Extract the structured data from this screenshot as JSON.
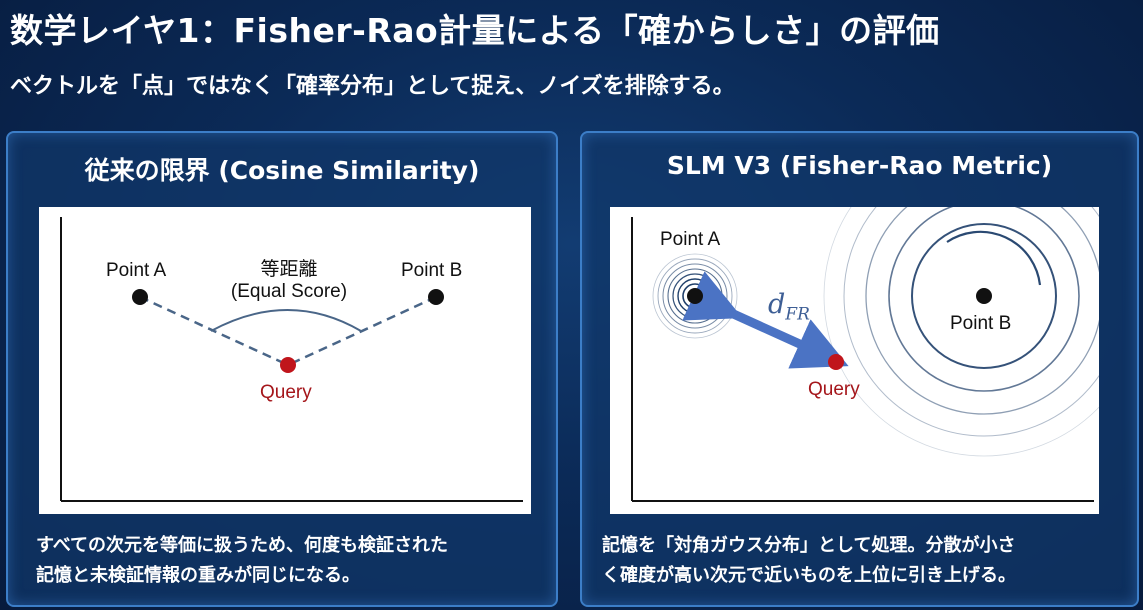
{
  "header": {
    "title": "数学レイヤ1：Fisher-Rao計量による「確からしさ」の評価",
    "subtitle": "ベクトルを「点」ではなく「確率分布」として捉え、ノイズを排除する。"
  },
  "left_panel": {
    "heading": "従来の限界 (Cosine Similarity)",
    "diagram": {
      "point_a_label": "Point A",
      "point_b_label": "Point B",
      "query_label": "Query",
      "arc_label_line1": "等距離",
      "arc_label_line2": "(Equal Score)"
    },
    "caption_line1": "すべての次元を等価に扱うため、何度も検証された",
    "caption_line2": "記憶と未検証情報の重みが同じになる。"
  },
  "right_panel": {
    "heading": "SLM V3 (Fisher-Rao Metric)",
    "diagram": {
      "point_a_label": "Point A",
      "point_b_label": "Point B",
      "query_label": "Query",
      "distance_symbol": "d",
      "distance_subscript": "FR"
    },
    "caption_line1": "記憶を「対角ガウス分布」として処理。分散が小さ",
    "caption_line2": "く確度が高い次元で近いものを上位に引き上げる。"
  },
  "colors": {
    "background": "#0b2a57",
    "panel_border": "#3c7ec8",
    "query_point": "#c0151c",
    "arrow": "#4b73c4",
    "dashed_line": "#4a6688"
  }
}
